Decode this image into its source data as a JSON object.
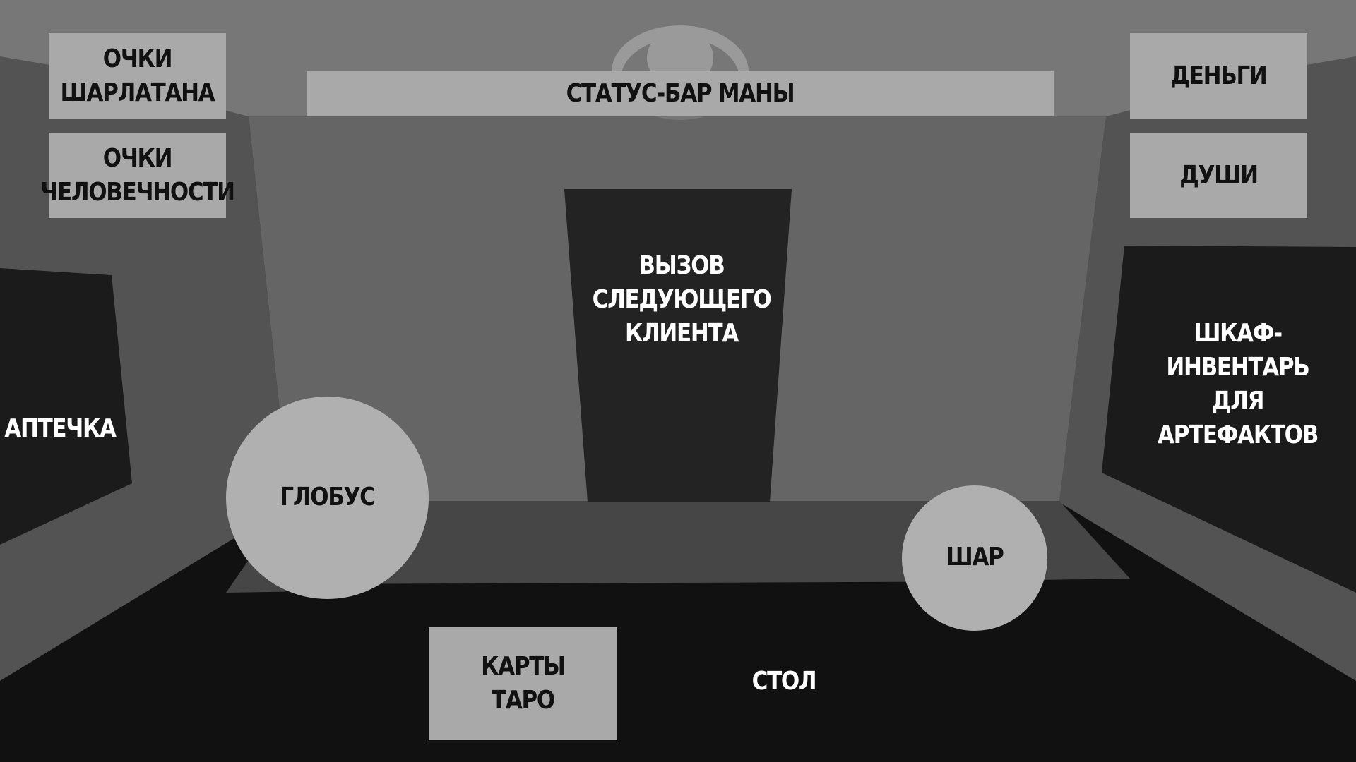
{
  "hud": {
    "charlatan_points": "ОЧКИ\nШАРЛАТАНА",
    "humanity_points": "ОЧКИ\nЧЕЛОВЕЧНОСТИ",
    "mana_bar": "СТАТУС-БАР МАНЫ",
    "money": "ДЕНЬГИ",
    "souls": "ДУШИ"
  },
  "room": {
    "next_client": "ВЫЗОВ\nСЛЕДУЮЩЕГО\nКЛИЕНТА",
    "first_aid": "АПТЕЧКА",
    "wardrobe": "ШКАФ-ИНВЕНТАРЬ\nДЛЯ\nАРТЕФАКТОВ",
    "globe": "ГЛОБУС",
    "orb": "ШАР",
    "tarot": "КАРТЫ\nТАРО",
    "table": "СТОЛ"
  },
  "colors": {
    "ceiling": "#777777",
    "back_wall": "#656565",
    "side_walls": "#535353",
    "floor_strip": "#464646",
    "door": "#232323",
    "table": "#111111",
    "panel": "#a9a9a9",
    "circle": "#b0b0b0"
  }
}
